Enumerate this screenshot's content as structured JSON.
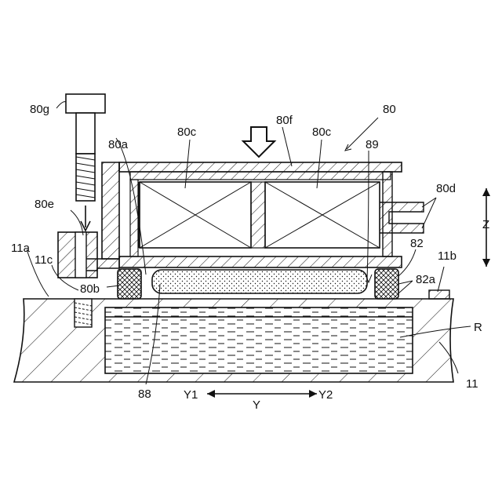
{
  "labels": {
    "assembly": "80",
    "bolt": "80g",
    "coil_left": "80c",
    "coil_right": "80c",
    "top_plate": "80f",
    "housing_wall": "80a",
    "gap": "89",
    "terminals": "80d",
    "boss": "80e",
    "base_top_left": "11a",
    "thread_hole": "11c",
    "flange": "80b",
    "seal_ring": "82",
    "seal_face": "82a",
    "base_top_right": "11b",
    "reservoir": "R",
    "base": "11",
    "sponge": "88",
    "axis_z": "Z",
    "axis_y": "Y",
    "axis_y1": "Y1",
    "axis_y2": "Y2"
  },
  "colors": {
    "line": "#111111",
    "background": "#ffffff"
  }
}
